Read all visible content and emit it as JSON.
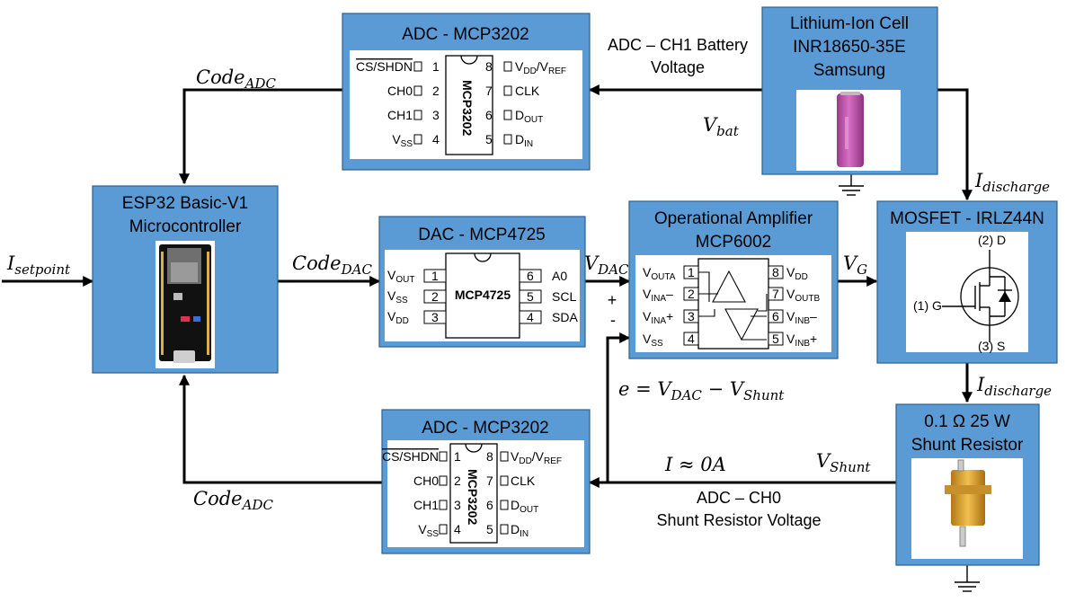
{
  "blocks": {
    "adc_top": {
      "title": "ADC - MCP3202"
    },
    "battery": {
      "title_lines": [
        "Lithium-Ion Cell",
        "INR18650-35E",
        "Samsung"
      ]
    },
    "esp32": {
      "title_lines": [
        "ESP32 Basic-V1",
        "Microcontroller"
      ]
    },
    "dac": {
      "title": "DAC - MCP4725"
    },
    "opamp": {
      "title_lines": [
        "Operational Amplifier",
        "MCP6002"
      ]
    },
    "mosfet": {
      "title": "MOSFET - IRLZ44N"
    },
    "shunt": {
      "title_lines": [
        "0.1 Ω 25 W",
        "Shunt Resistor"
      ]
    },
    "adc_bottom": {
      "title": "ADC - MCP3202"
    }
  },
  "mcp3202": {
    "chip_label": "MCP3202",
    "left_pins": [
      {
        "num": "1",
        "name": "CS/SHDN"
      },
      {
        "num": "2",
        "name": "CH0"
      },
      {
        "num": "3",
        "name": "CH1"
      },
      {
        "num": "4",
        "name": "V",
        "sub": "SS"
      }
    ],
    "right_pins": [
      {
        "num": "8",
        "name": "V",
        "sub": "DD",
        "name2": "/V",
        "sub2": "REF"
      },
      {
        "num": "7",
        "name": "CLK"
      },
      {
        "num": "6",
        "name": "D",
        "sub": "OUT"
      },
      {
        "num": "5",
        "name": "D",
        "sub": "IN"
      }
    ]
  },
  "mcp4725": {
    "chip_label": "MCP4725",
    "left_pins": [
      {
        "num": "1",
        "name": "V",
        "sub": "OUT"
      },
      {
        "num": "2",
        "name": "V",
        "sub": "SS"
      },
      {
        "num": "3",
        "name": "V",
        "sub": "DD"
      }
    ],
    "right_pins": [
      {
        "num": "6",
        "name": "A0"
      },
      {
        "num": "5",
        "name": "SCL"
      },
      {
        "num": "4",
        "name": "SDA"
      }
    ]
  },
  "mcp6002": {
    "left_pins": [
      {
        "num": "1",
        "name": "V",
        "sub": "OUTA"
      },
      {
        "num": "2",
        "name": "V",
        "sub": "INA",
        "suffix": "–"
      },
      {
        "num": "3",
        "name": "V",
        "sub": "INA",
        "suffix": "+"
      },
      {
        "num": "4",
        "name": "V",
        "sub": "SS"
      }
    ],
    "right_pins": [
      {
        "num": "8",
        "name": "V",
        "sub": "DD"
      },
      {
        "num": "7",
        "name": "V",
        "sub": "OUTB"
      },
      {
        "num": "6",
        "name": "V",
        "sub": "INB",
        "suffix": "–"
      },
      {
        "num": "5",
        "name": "V",
        "sub": "INB",
        "suffix": "+"
      }
    ]
  },
  "mosfet_pins": {
    "drain": "(2) D",
    "gate": "(1) G",
    "source": "(3) S"
  },
  "signals": {
    "adc_ch1_lines": [
      "ADC – CH1 Battery",
      "Voltage"
    ],
    "adc_ch0_lines": [
      "ADC – CH0",
      "Shunt Resistor Voltage"
    ],
    "code_adc_top": {
      "base": "Code",
      "sub": "ADC"
    },
    "code_adc_bottom": {
      "base": "Code",
      "sub": "ADC"
    },
    "code_dac": {
      "base": "Code",
      "sub": "DAC"
    },
    "i_setpoint": {
      "base": "I",
      "sub": "setpoint"
    },
    "v_bat": {
      "base": "V",
      "sub": "bat"
    },
    "v_dac": {
      "base": "V",
      "sub": "DAC"
    },
    "v_g": {
      "base": "V",
      "sub": "G"
    },
    "i_discharge_top": {
      "base": "I",
      "sub": "discharge"
    },
    "i_discharge_bottom": {
      "base": "I",
      "sub": "discharge"
    },
    "v_shunt": {
      "base": "V",
      "sub": "Shunt"
    },
    "i_approx": "I ≈ 0A",
    "error_eq": {
      "lhs": "e = V",
      "sub1": "DAC",
      "mid": " − V",
      "sub2": "Shunt"
    },
    "plus": "+",
    "minus": "-"
  },
  "colors": {
    "block_fill": "#5b9bd5",
    "block_border": "#2e5f8c",
    "panel": "#ffffff",
    "battery_pink": "#c85ab4"
  }
}
